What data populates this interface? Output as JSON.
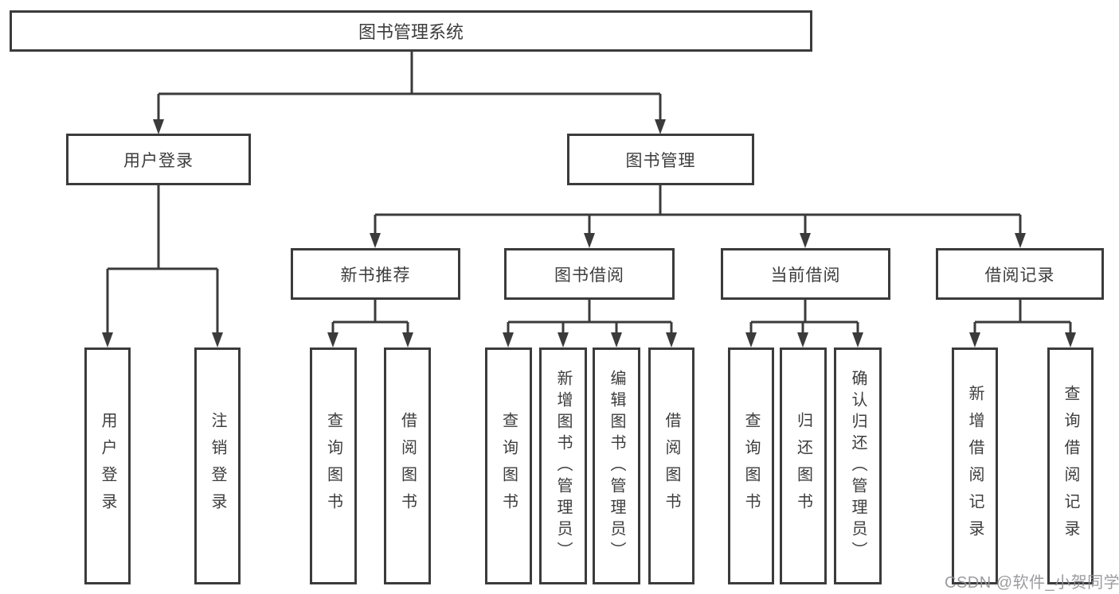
{
  "diagram_title": "图书管理系统",
  "tree": {
    "root": "图书管理系统",
    "user_login": {
      "label": "用户登录",
      "children": [
        "用户登录",
        "注销登录"
      ]
    },
    "book_mgmt": {
      "label": "图书管理",
      "modules": [
        {
          "label": "新书推荐",
          "children": [
            "查询图书",
            "借阅图书"
          ]
        },
        {
          "label": "图书借阅",
          "children": [
            "查询图书",
            "新增图书（管理员）",
            "编辑图书（管理员）",
            "借阅图书"
          ]
        },
        {
          "label": "当前借阅",
          "children": [
            "查询图书",
            "归还图书",
            "确认归还（管理员）"
          ]
        },
        {
          "label": "借阅记录",
          "children": [
            "新增借阅记录",
            "查询借阅记录"
          ]
        }
      ]
    }
  },
  "watermark": "CSDN @软件_小贺同学",
  "colors": {
    "line": "#3b3b3b",
    "box_border": "#3b3b3b",
    "text": "#3d3d3d",
    "watermark": "#91919a",
    "background": "#ffffff"
  }
}
